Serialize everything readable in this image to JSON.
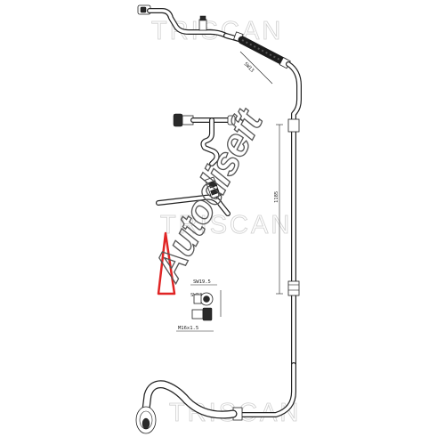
{
  "watermark": {
    "brand": "TRISCAN",
    "logo_text": "Autodiseft",
    "accent_color": "#e02424"
  },
  "dimensions": {
    "top_hose_label": "SW13",
    "long_pipe_label": "1185",
    "fitting_label_1": "SW19.5",
    "fitting_label_2": "SW13",
    "fitting_label_3": "M16x1.5"
  },
  "colors": {
    "line": "#222222",
    "watermark": "#cfcfcf",
    "logo_outline": "#555555",
    "logo_swoosh": "#e02424"
  }
}
